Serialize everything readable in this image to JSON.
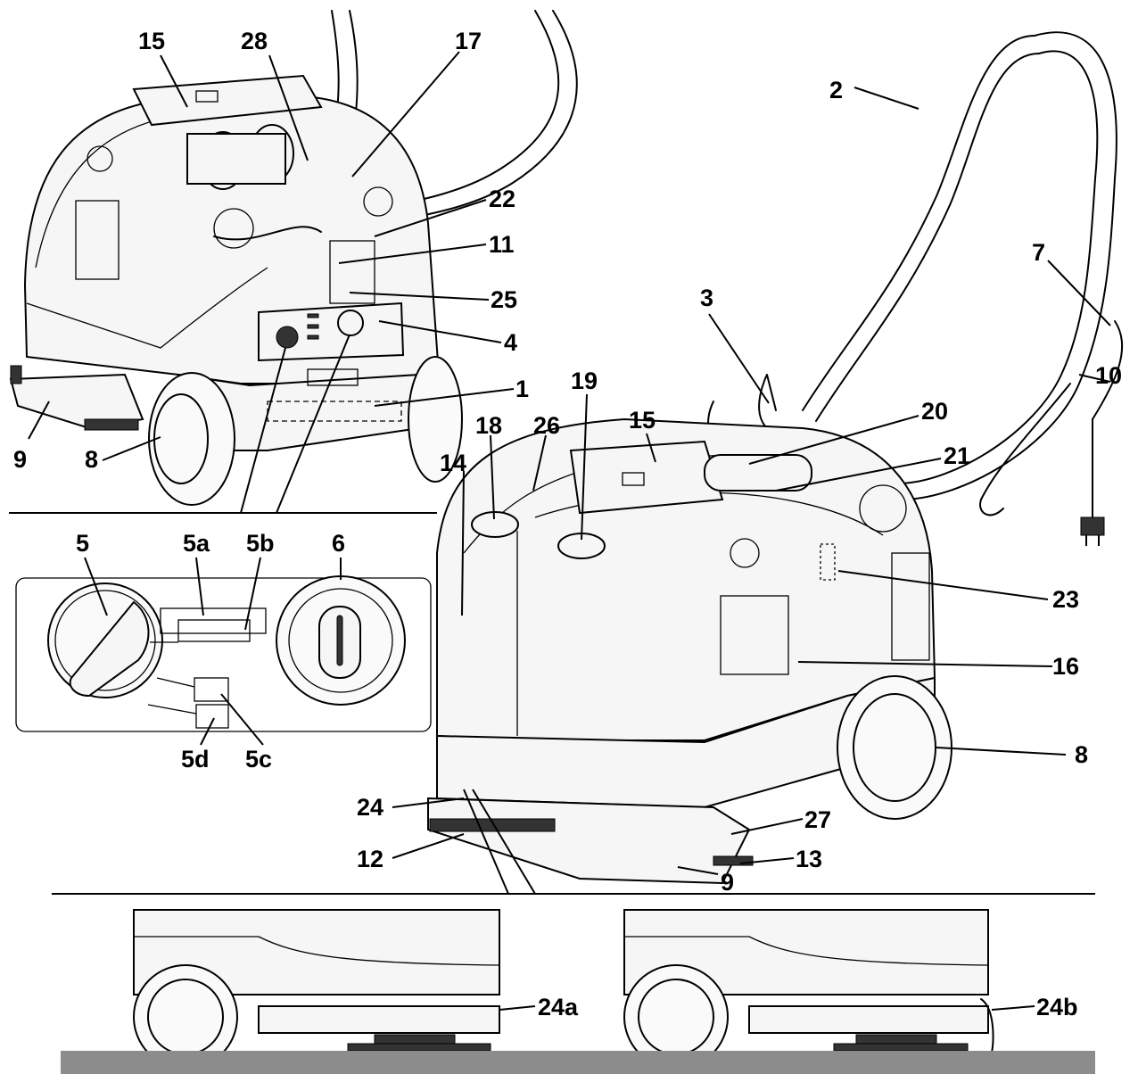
{
  "callouts": [
    {
      "id": "c-15-top",
      "text": "15"
    },
    {
      "id": "c-28",
      "text": "28"
    },
    {
      "id": "c-17",
      "text": "17"
    },
    {
      "id": "c-2",
      "text": "2"
    },
    {
      "id": "c-22",
      "text": "22"
    },
    {
      "id": "c-11",
      "text": "11"
    },
    {
      "id": "c-7",
      "text": "7"
    },
    {
      "id": "c-25",
      "text": "25"
    },
    {
      "id": "c-3",
      "text": "3"
    },
    {
      "id": "c-4",
      "text": "4"
    },
    {
      "id": "c-10",
      "text": "10"
    },
    {
      "id": "c-1",
      "text": "1"
    },
    {
      "id": "c-19",
      "text": "19"
    },
    {
      "id": "c-15-mid",
      "text": "15"
    },
    {
      "id": "c-20",
      "text": "20"
    },
    {
      "id": "c-18",
      "text": "18"
    },
    {
      "id": "c-26",
      "text": "26"
    },
    {
      "id": "c-21",
      "text": "21"
    },
    {
      "id": "c-14",
      "text": "14"
    },
    {
      "id": "c-9-left",
      "text": "9"
    },
    {
      "id": "c-8-left",
      "text": "8"
    },
    {
      "id": "c-5",
      "text": "5"
    },
    {
      "id": "c-5a",
      "text": "5a"
    },
    {
      "id": "c-5b",
      "text": "5b"
    },
    {
      "id": "c-6",
      "text": "6"
    },
    {
      "id": "c-23",
      "text": "23"
    },
    {
      "id": "c-16",
      "text": "16"
    },
    {
      "id": "c-5d",
      "text": "5d"
    },
    {
      "id": "c-5c",
      "text": "5c"
    },
    {
      "id": "c-8-right",
      "text": "8"
    },
    {
      "id": "c-24",
      "text": "24"
    },
    {
      "id": "c-27",
      "text": "27"
    },
    {
      "id": "c-12",
      "text": "12"
    },
    {
      "id": "c-13",
      "text": "13"
    },
    {
      "id": "c-9-bottom",
      "text": "9"
    },
    {
      "id": "c-24a",
      "text": "24a"
    },
    {
      "id": "c-24b",
      "text": "24b"
    }
  ]
}
